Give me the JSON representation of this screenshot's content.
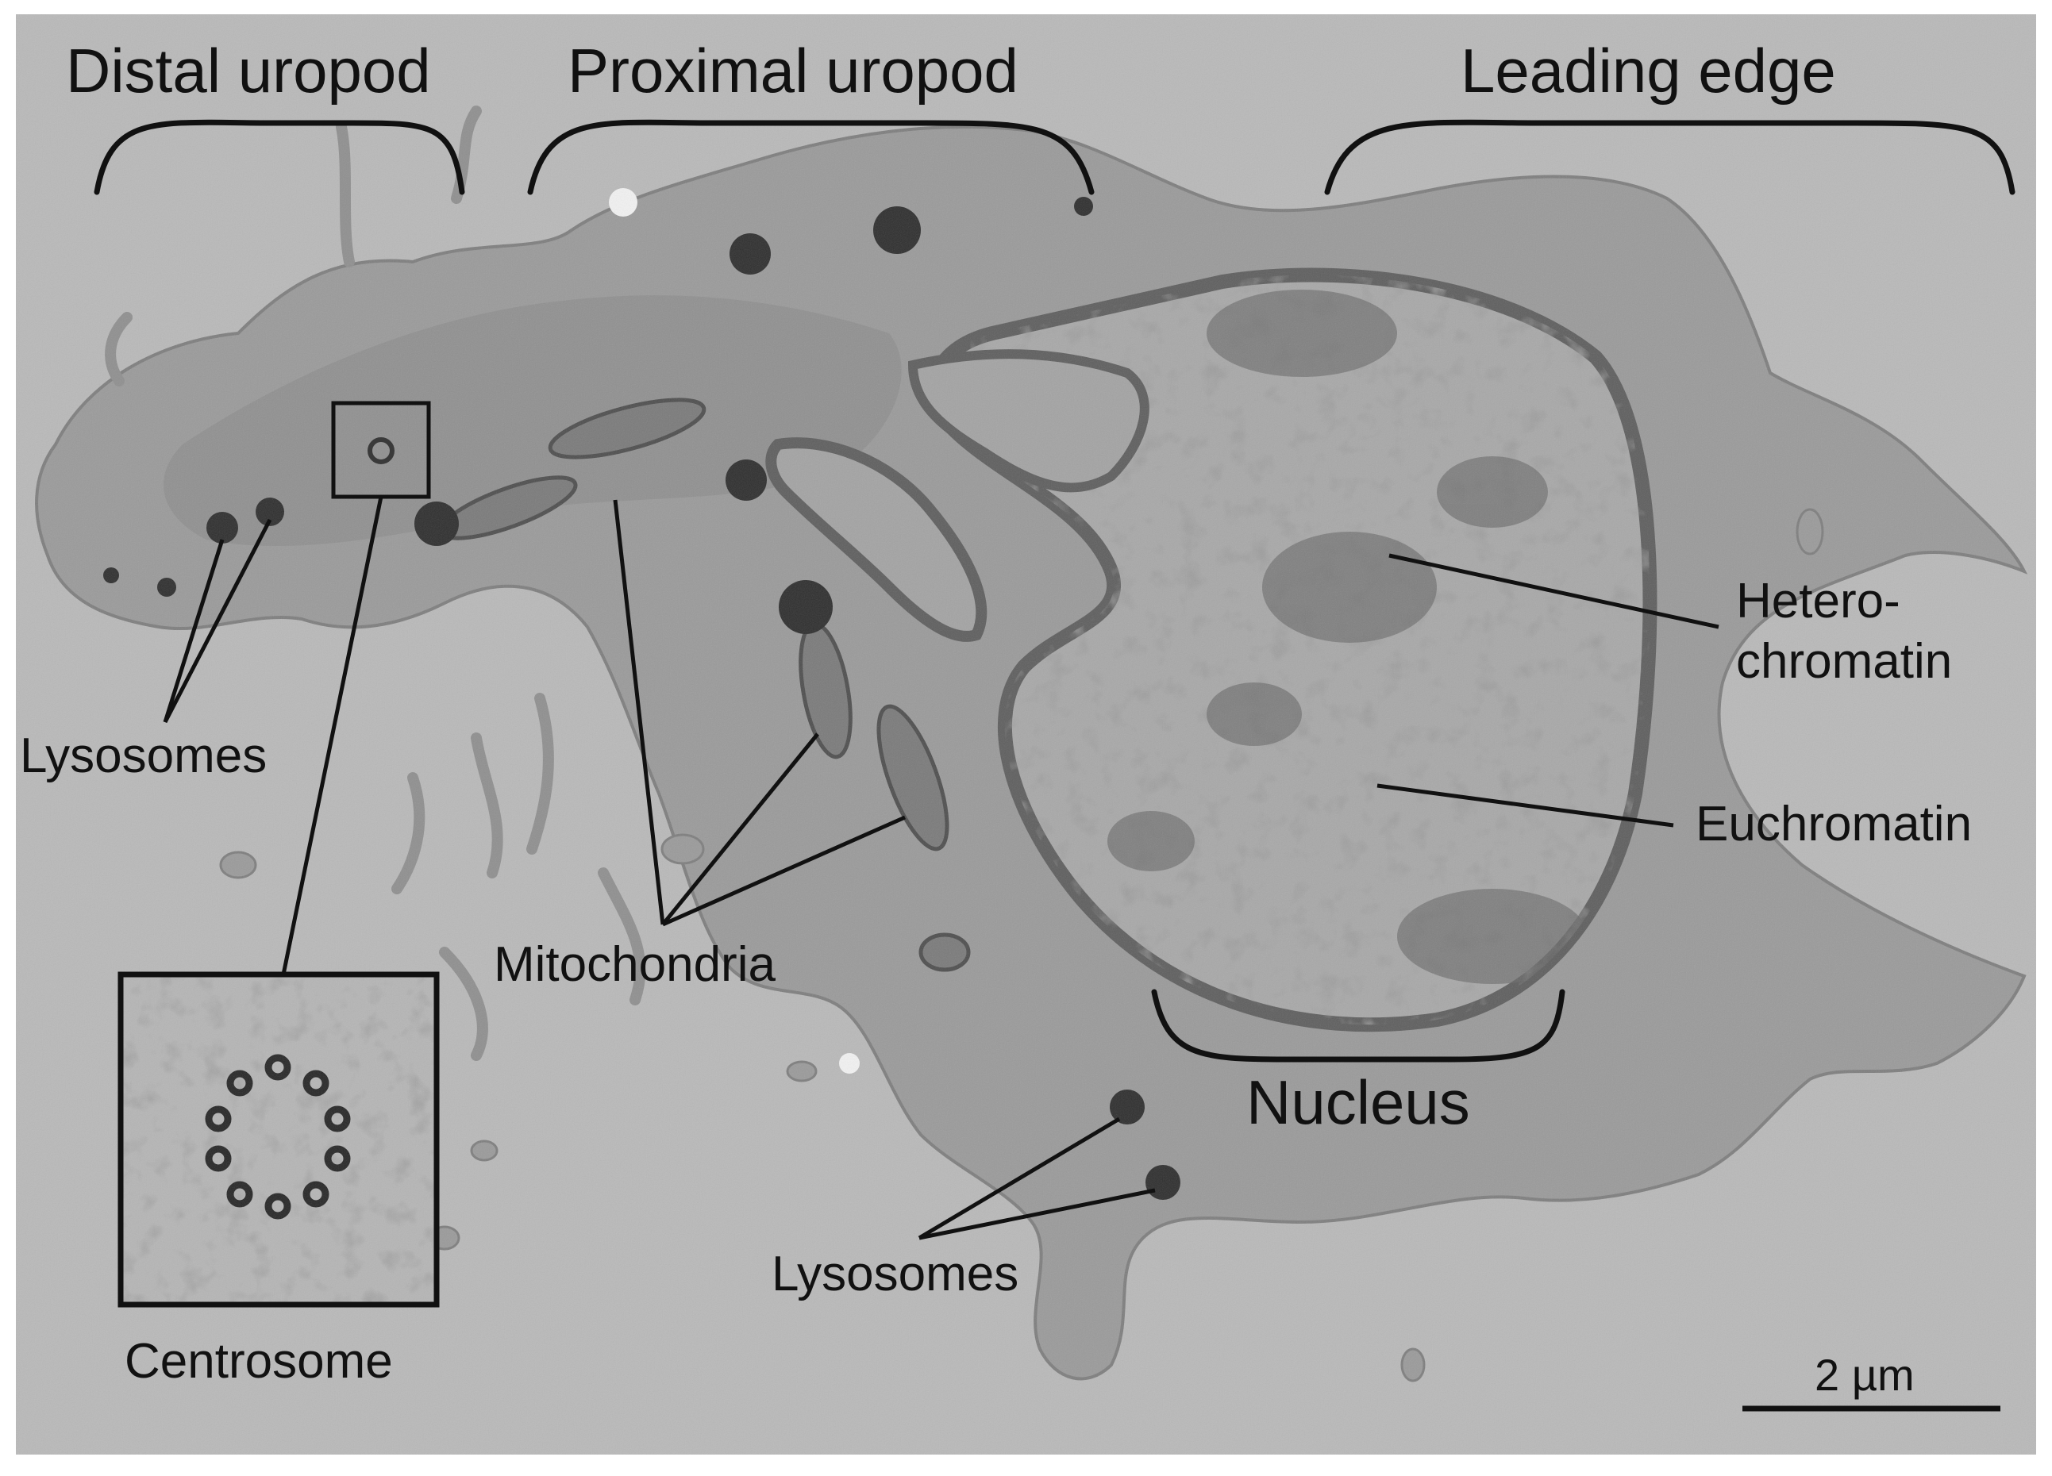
{
  "regions": {
    "distal_uropod": "Distal uropod",
    "proximal_uropod": "Proximal uropod",
    "leading_edge": "Leading edge"
  },
  "labels": {
    "lysosomes_left": "Lysosomes",
    "mitochondria": "Mitochondria",
    "lysosomes_bottom": "Lysosomes",
    "heterochromatin_line1": "Hetero-",
    "heterochromatin_line2": "chromatin",
    "euchromatin": "Euchromatin",
    "nucleus": "Nucleus",
    "centrosome": "Centrosome"
  },
  "scale_bar": {
    "label": "2 µm"
  },
  "colors": {
    "background": "#b9b9b9",
    "cytoplasm": "#9a9a9a",
    "nucleus": "#a8a8a8",
    "chromatin": "#6a6a6a",
    "organelle": "#3a3a3a",
    "annotation": "#111111"
  }
}
